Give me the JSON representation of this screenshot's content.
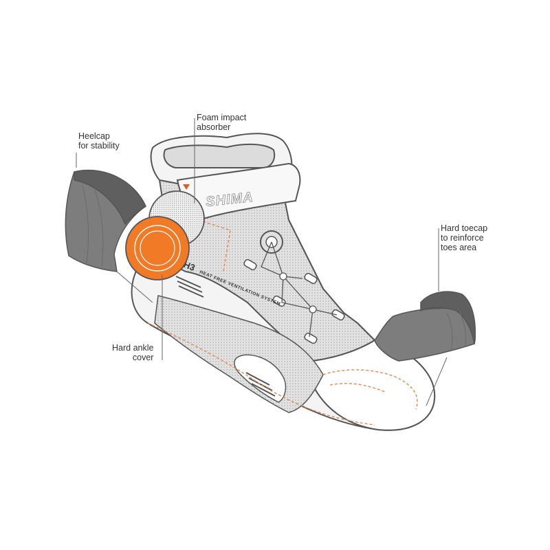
{
  "callouts": {
    "heelcap": {
      "line1": "Heelcap",
      "line2": "for stability"
    },
    "foam": {
      "line1": "Foam impact",
      "line2": "absorber"
    },
    "toecap": {
      "line1": "Hard toecap",
      "line2": "to reinforce",
      "line3": "toes area"
    },
    "ankle": {
      "line1": "Hard ankle",
      "line2": "cover"
    }
  },
  "boot": {
    "brand": "SHIMA",
    "model_badge": "H3",
    "ventilation_text": "HEAT FREE VENTILATION SYSTEM"
  },
  "colors": {
    "outline": "#555555",
    "ankle_cover": "#F07A26",
    "caps": "#7D7D7D",
    "caps_dark": "#5F5F5F",
    "mesh": "#CFCFCF",
    "panel": "#F4F4F4",
    "stitch": "#E8864A",
    "text": "#333333"
  }
}
